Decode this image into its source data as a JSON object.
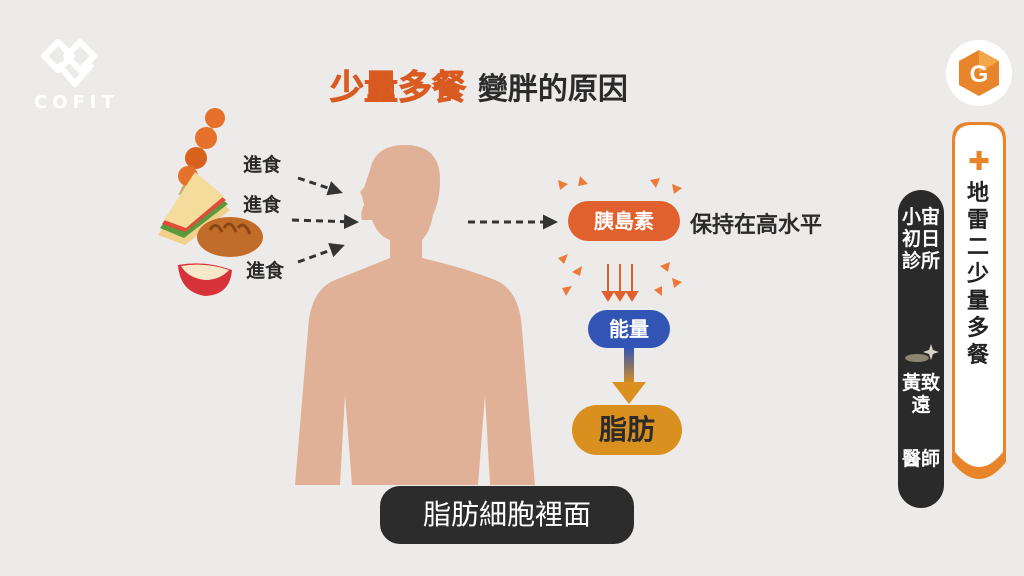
{
  "brand": {
    "logo_text": "COFIT"
  },
  "title": {
    "highlight": "少量多餐",
    "rest": "變胖的原因"
  },
  "diagram": {
    "eat_labels": [
      "進食",
      "進食",
      "進食"
    ],
    "insulin": "胰島素",
    "insulin_state": "保持在高水平",
    "energy": "能量",
    "fat": "脂肪"
  },
  "side_banner": {
    "plus": "✚",
    "text": "地雷二 少量多餐",
    "badge_letter": "G"
  },
  "doctor": {
    "clinic": "小宙初日診所",
    "name": "黃致遠",
    "title": "醫師"
  },
  "subtitle": "脂肪細胞裡面",
  "colors": {
    "orange": "#e0602e",
    "blue": "#3254b5",
    "gold": "#d9901e",
    "skin": "#e0b197",
    "bg": "#ecebe9"
  }
}
